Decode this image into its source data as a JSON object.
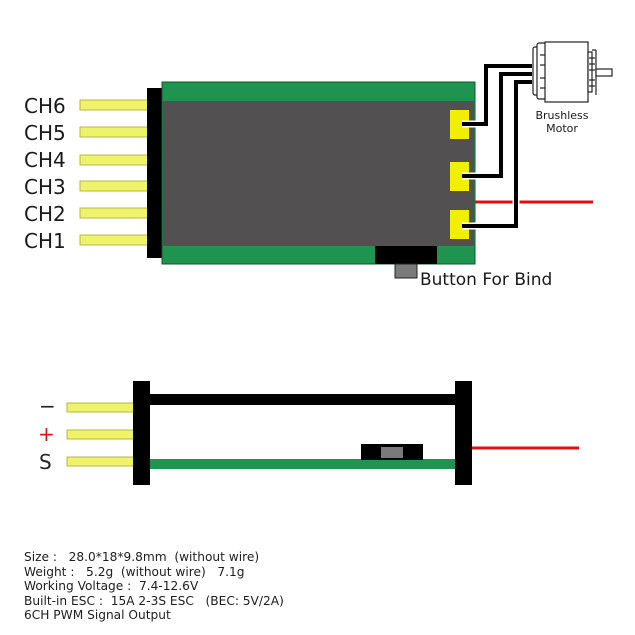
{
  "colors": {
    "pcb_green": "#1e9450",
    "body_gray": "#525050",
    "pin_yellow": "#eef36a",
    "pad_yellow": "#f2ee00",
    "wire_black": "#000000",
    "wire_red": "#e01010",
    "button_gray": "#7a7a7a"
  },
  "top_view": {
    "channels": [
      "CH6",
      "CH5",
      "CH4",
      "CH3",
      "CH2",
      "CH1"
    ],
    "motor_label_line1": "Brushless",
    "motor_label_line2": "Motor",
    "button_label": "Button For Bind"
  },
  "side_view": {
    "pins": [
      {
        "label": "−",
        "color": "#222222"
      },
      {
        "label": "+",
        "color": "#e01010"
      },
      {
        "label": "S",
        "color": "#222222"
      }
    ]
  },
  "specs": [
    "Size :   28.0*18*9.8mm  (without wire)",
    "Weight :   5.2g  (without wire)   7.1g",
    "Working Voltage :  7.4-12.6V",
    "Built-in ESC :  15A 2-3S ESC   (BEC: 5V/2A)",
    "6CH PWM Signal Output"
  ]
}
